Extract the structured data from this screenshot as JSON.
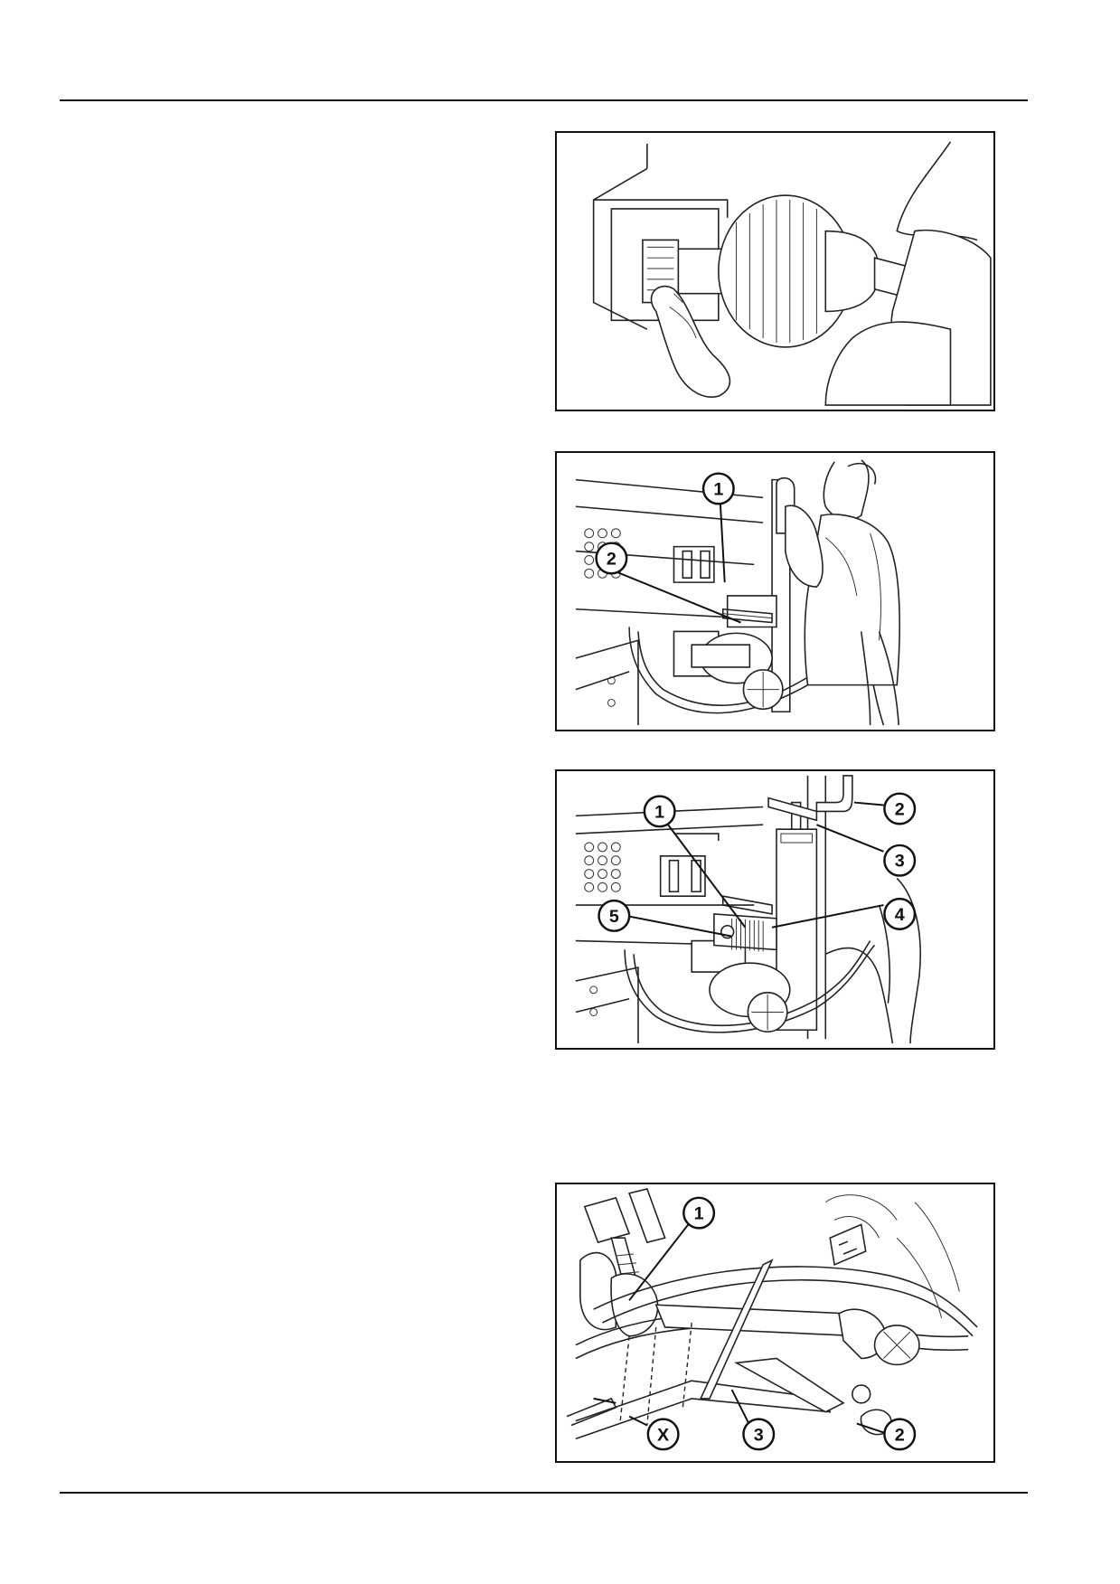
{
  "figures": [
    {
      "callouts": []
    },
    {
      "callouts": [
        "1",
        "2"
      ]
    },
    {
      "callouts": [
        "1",
        "2",
        "3",
        "4",
        "5"
      ]
    },
    {
      "callouts": [
        "1",
        "2",
        "3",
        "X"
      ]
    }
  ],
  "colors": {
    "ink": "#111111",
    "paper": "#ffffff"
  }
}
